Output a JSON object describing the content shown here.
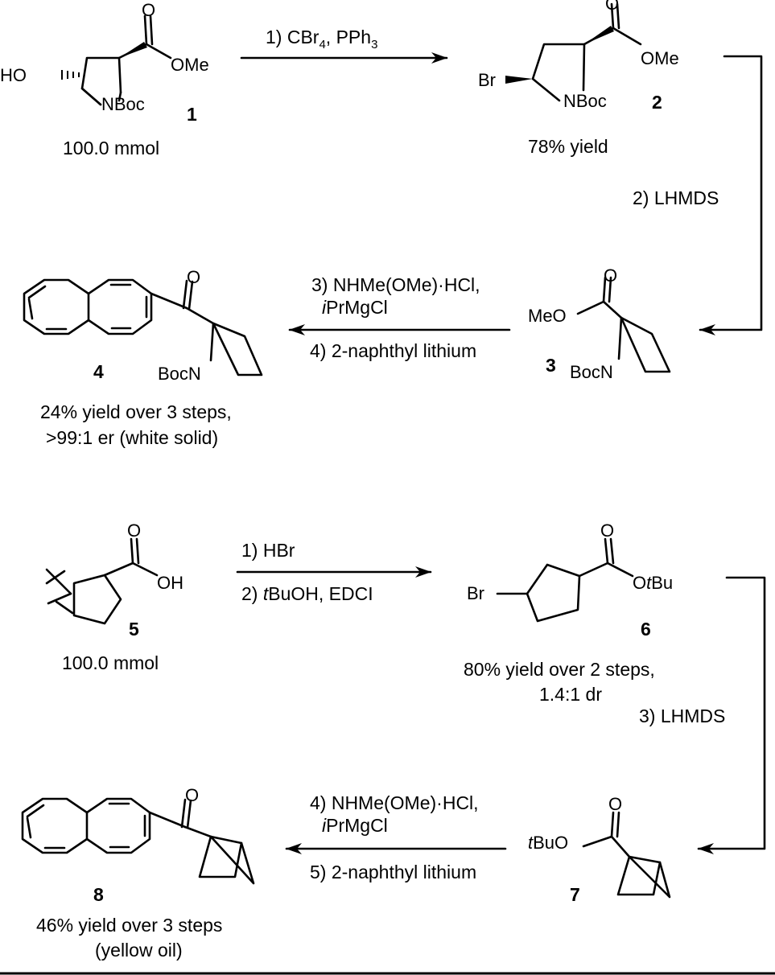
{
  "scheme1": {
    "compound1": {
      "number": "1",
      "amount": "100.0 mmol",
      "ho": "HO",
      "ome": "OMe",
      "nboc": "NBoc",
      "o": "O"
    },
    "compound2": {
      "number": "2",
      "yield": "78% yield",
      "br": "Br",
      "ome": "OMe",
      "nboc": "NBoc",
      "o": "O"
    },
    "compound3": {
      "number": "3",
      "meo": "MeO",
      "bocn": "BocN",
      "o": "O"
    },
    "compound4": {
      "number": "4",
      "yield_line1": "24% yield over 3 steps,",
      "yield_line2": ">99:1 er (white solid)",
      "bocn": "BocN",
      "o": "O"
    },
    "step1": {
      "prefix": "1) CBr",
      "sub": "4",
      "middle": ", PPh",
      "sub2": "3"
    },
    "step2": "2) LHMDS",
    "step3_line1": "3) NHMe(OMe)·HCl,",
    "step3_line2_italic": "i",
    "step3_line2_rest": "PrMgCl",
    "step4": "4) 2-naphthyl lithium"
  },
  "scheme2": {
    "compound5": {
      "number": "5",
      "amount": "100.0 mmol",
      "oh": "OH",
      "o": "O"
    },
    "compound6": {
      "number": "6",
      "yield_line1": "80% yield over 2 steps,",
      "yield_line2": "1.4:1 dr",
      "br": "Br",
      "o": "O",
      "otbu_o": "O",
      "otbu_t": "t",
      "otbu_rest": "Bu"
    },
    "compound7": {
      "number": "7",
      "tbuo_t": "t",
      "tbuo_rest": "BuO",
      "o": "O"
    },
    "compound8": {
      "number": "8",
      "yield_line1": "46% yield over 3 steps",
      "yield_line2": "(yellow oil)",
      "o": "O"
    },
    "step1": "1) HBr",
    "step2_prefix": "2) ",
    "step2_italic": "t",
    "step2_rest": "BuOH, EDCI",
    "step3": "3) LHMDS",
    "step4_line1": "4) NHMe(OMe)·HCl,",
    "step4_line2_italic": "i",
    "step4_line2_rest": "PrMgCl",
    "step5": "5) 2-naphthyl lithium"
  }
}
